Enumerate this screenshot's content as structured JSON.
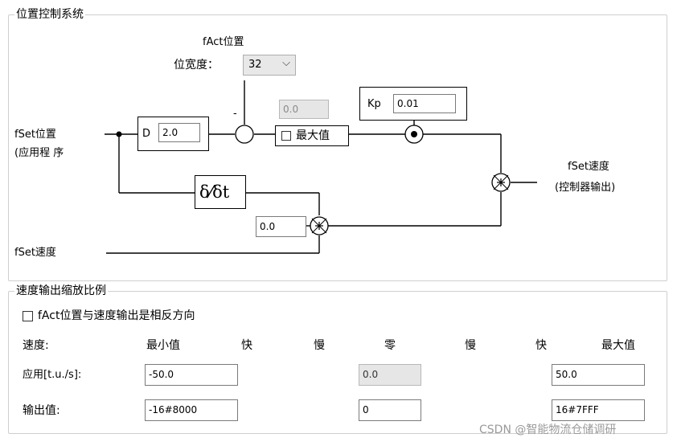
{
  "position_control": {
    "title": "位置控制系统",
    "fact_position_label": "fAct位置",
    "bit_width_label": "位宽度：",
    "bit_width_value": "32",
    "fset_position_label_line1": "fSet位置",
    "fset_position_label_line2": "(应用程 序",
    "fset_velocity_label": "fSet速度",
    "output_velocity_label_line1": "fSet速度",
    "output_velocity_label_line2": "(控制器输出)",
    "d_label": "D",
    "d_value": "2.0",
    "limit_value": "0.0",
    "max_label": "最大值",
    "kp_label": "Kp",
    "kp_value": "0.01",
    "derivative_symbol": "δ⁄δt",
    "offset_value": "0.0",
    "minus_sign": "-"
  },
  "velocity_scaling": {
    "title": "速度输出缩放比例",
    "reverse_label": "fAct位置与速度输出是相反方向",
    "headers": {
      "speed": "速度:",
      "min": "最小值",
      "fast1": "快",
      "slow1": "慢",
      "zero": "零",
      "slow2": "慢",
      "fast2": "快",
      "max": "最大值"
    },
    "app_row": {
      "label": "应用[t.u./s]:",
      "min_value": "-50.0",
      "zero_value": "0.0",
      "max_value": "50.0"
    },
    "output_row": {
      "label": "输出值:",
      "min_value": "-16#8000",
      "zero_value": "0",
      "max_value": "16#7FFF"
    }
  },
  "watermark": "CSDN @智能物流仓储调研"
}
